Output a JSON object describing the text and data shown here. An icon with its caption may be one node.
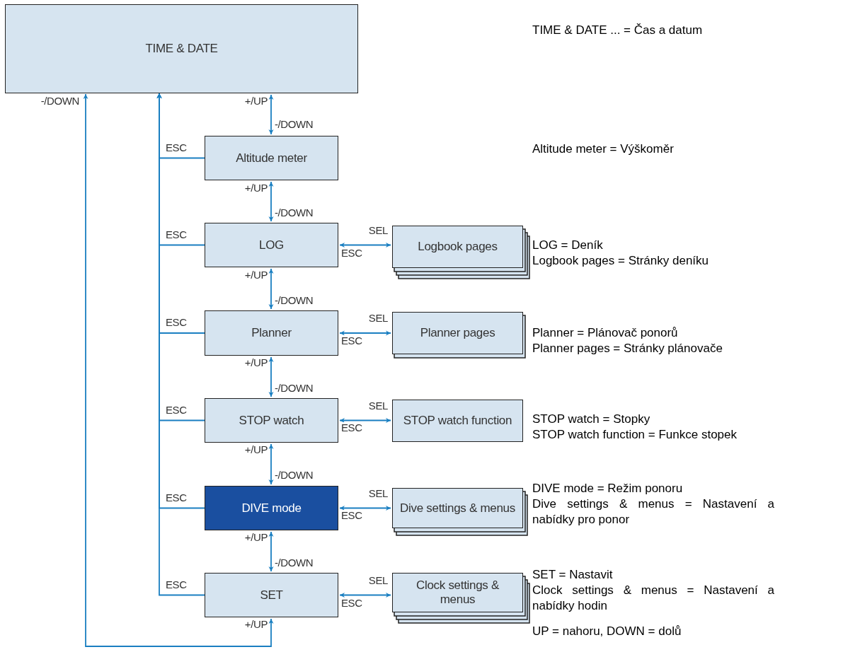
{
  "diagram": {
    "nodes": [
      {
        "text": [
          "TIME & DATE"
        ]
      },
      {
        "text": [
          "Altitude meter"
        ]
      },
      {
        "text": [
          "LOG"
        ]
      },
      {
        "text": [
          "Logbook pages"
        ]
      },
      {
        "text": [
          "Planner"
        ]
      },
      {
        "text": [
          "Planner pages"
        ]
      },
      {
        "text": [
          "STOP watch"
        ]
      },
      {
        "text": [
          "STOP watch function"
        ]
      },
      {
        "text": [
          "DIVE mode"
        ]
      },
      {
        "text": [
          "Dive settings & menus"
        ]
      },
      {
        "text": [
          "SET"
        ]
      },
      {
        "text": [
          "Clock settings & menus"
        ]
      }
    ],
    "edges": [
      {
        "from": 0,
        "to": 1,
        "arrow": "both"
      },
      {
        "from": 1,
        "to": 2,
        "arrow": "both"
      },
      {
        "from": 2,
        "to": 4,
        "arrow": "both"
      },
      {
        "from": 4,
        "to": 6,
        "arrow": "both"
      },
      {
        "from": 6,
        "to": 8,
        "arrow": "both"
      },
      {
        "from": 8,
        "to": 10,
        "arrow": "both"
      },
      {
        "from": 10,
        "to": 0,
        "arrow": "both"
      },
      {
        "from": 1,
        "to": 0,
        "arrow": "to",
        "label": "ESC"
      },
      {
        "from": 2,
        "to": 0,
        "arrow": "to",
        "label": "ESC"
      },
      {
        "from": 4,
        "to": 0,
        "arrow": "to",
        "label": "ESC"
      },
      {
        "from": 6,
        "to": 0,
        "arrow": "to",
        "label": "ESC"
      },
      {
        "from": 8,
        "to": 0,
        "arrow": "to",
        "label": "ESC"
      },
      {
        "from": 10,
        "to": 0,
        "arrow": "to",
        "label": "ESC"
      },
      {
        "from": 2,
        "to": 3,
        "arrow": "both"
      },
      {
        "from": 4,
        "to": 5,
        "arrow": "both"
      },
      {
        "from": 6,
        "to": 7,
        "arrow": "both"
      },
      {
        "from": 8,
        "to": 9,
        "arrow": "both"
      },
      {
        "from": 10,
        "to": 11,
        "arrow": "both"
      }
    ],
    "labels": [
      "TIME & DATE ... = Čas a datum",
      "-/DOWN",
      "+/UP",
      "-/DOWN",
      "Altitude meter = Výškoměr",
      "+/UP",
      "-/DOWN",
      "SEL",
      "ESC",
      "LOG = Deník",
      "Logbook pages = Stránky deníku",
      "+/UP",
      "-/DOWN",
      "SEL",
      "ESC",
      "Planner = Plánovač ponorů",
      "Planner pages = Stránky plánovače",
      "+/UP",
      "-/DOWN",
      "SEL",
      "ESC",
      "STOP watch = Stopky",
      "STOP watch function = Funkce stopek",
      "+/UP",
      "-/DOWN",
      "SEL",
      "ESC",
      "DIVE mode = Režim ponoru",
      "Dive settings & menus = Nastavení a nabídky pro ponor",
      "+/UP",
      "-/DOWN",
      "SEL",
      "ESC",
      "SET = Nastavit",
      "Clock settings & menus = Nastavení a nabídky hodin",
      "+/UP",
      "UP = nahoru, DOWN = dolů"
    ]
  }
}
